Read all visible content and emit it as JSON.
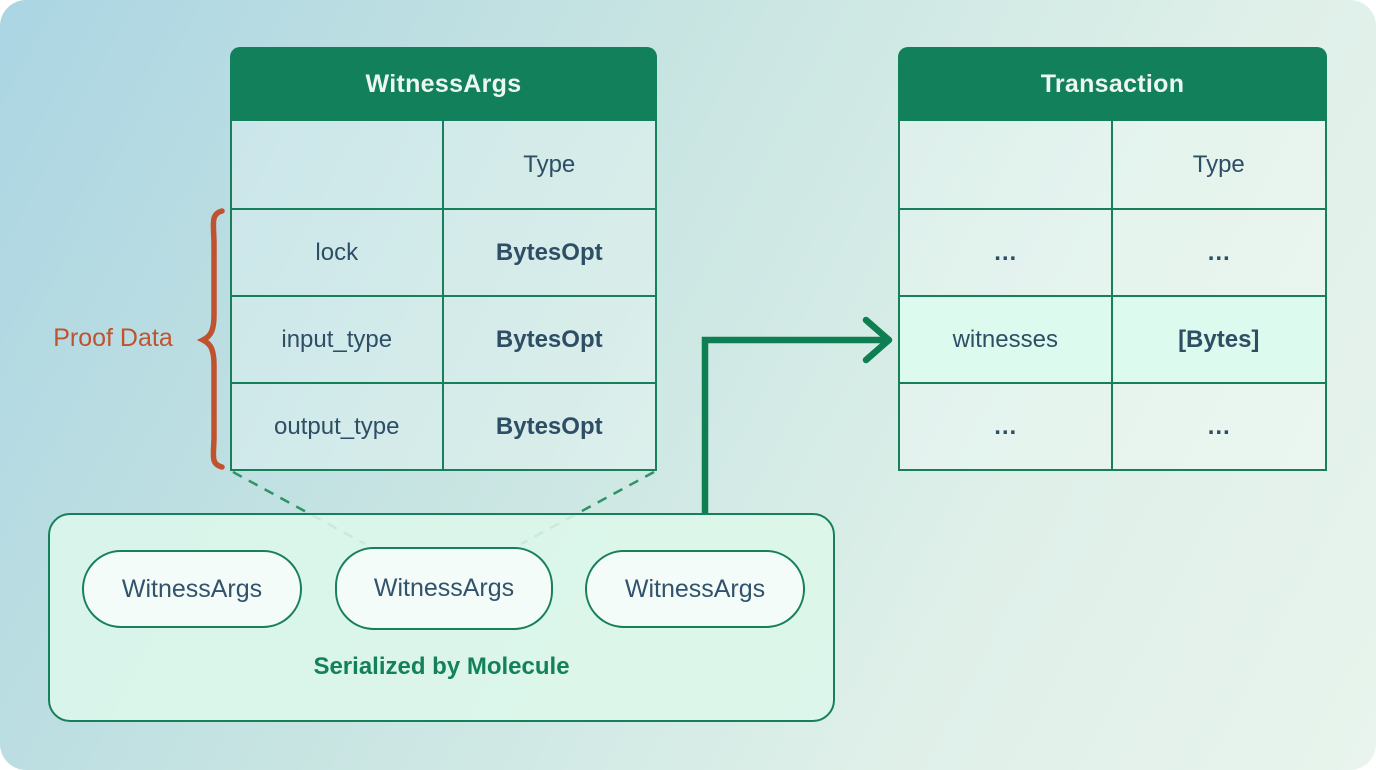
{
  "witness_table": {
    "title": "WitnessArgs",
    "type_header": "Type",
    "rows": [
      {
        "field": "lock",
        "type": "BytesOpt"
      },
      {
        "field": "input_type",
        "type": "BytesOpt"
      },
      {
        "field": "output_type",
        "type": "BytesOpt"
      }
    ]
  },
  "transaction_table": {
    "title": "Transaction",
    "type_header": "Type",
    "rows": [
      {
        "field": "…",
        "type": "…",
        "highlighted": false
      },
      {
        "field": "witnesses",
        "type": "[Bytes]",
        "highlighted": true
      },
      {
        "field": "…",
        "type": "…",
        "highlighted": false
      }
    ]
  },
  "annotations": {
    "proof_data_label": "Proof Data",
    "serialized_label": "Serialized by Molecule"
  },
  "molecule_box": {
    "pills": [
      "WitnessArgs",
      "WitnessArgs",
      "WitnessArgs"
    ]
  },
  "colors": {
    "header_green": "#12805a",
    "border_green": "#17805a",
    "arrow_green": "#0e7e53",
    "dashed_green": "#2e9467",
    "text_navy": "#2e4e66",
    "accent_orange": "#c0532f",
    "highlight_mint": "#dcfaee",
    "box_mint": "#ddf7ea",
    "serialized_green": "#13815b",
    "background_top_left": "#abd5e3",
    "background_bottom_right": "#e8f4ed"
  }
}
